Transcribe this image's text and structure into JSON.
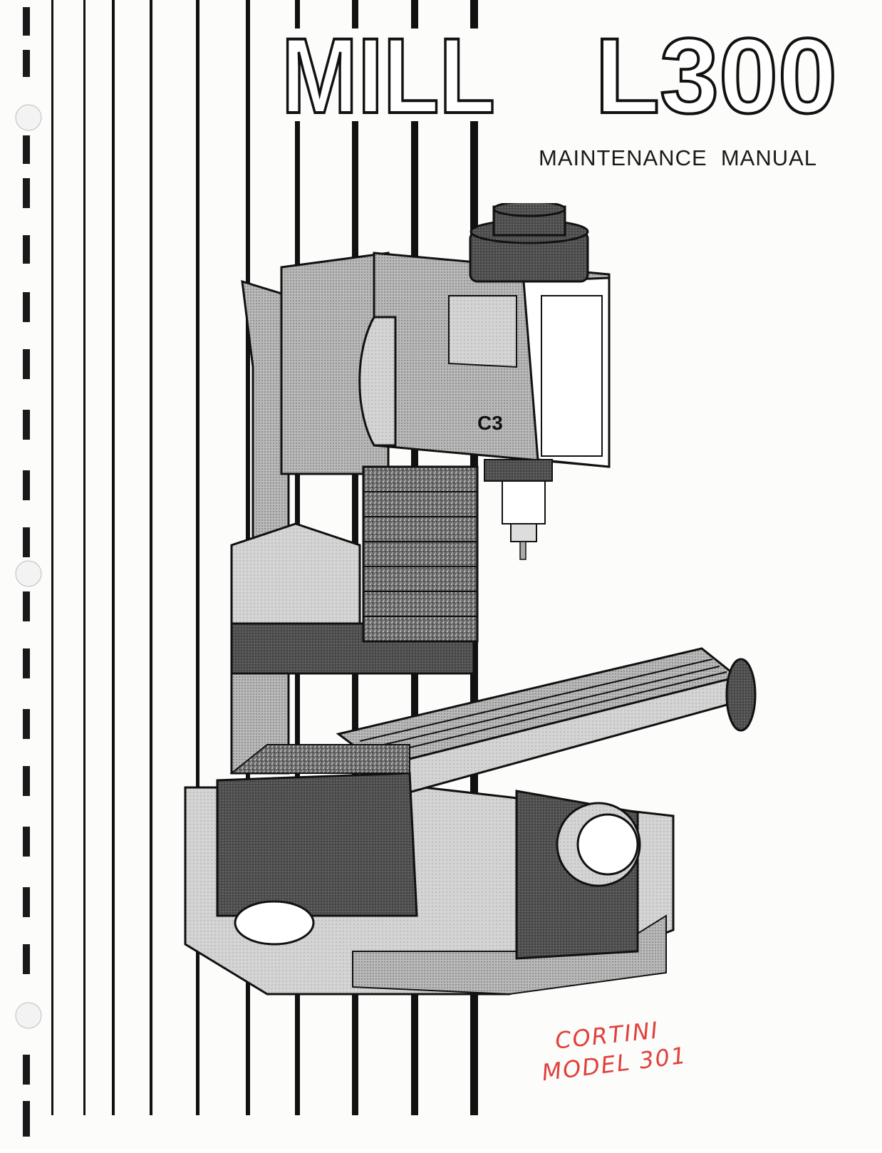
{
  "document": {
    "title_left": "MILL",
    "title_right": "L300",
    "subtitle": "MAINTENANCE  MANUAL",
    "handwritten_note": {
      "line1": "CORTINI",
      "line2": "MODEL 301"
    },
    "illustration_badge": "C3"
  },
  "colors": {
    "ink": "#111111",
    "handwriting": "#e0403c",
    "paper": "#fcfcfa"
  }
}
